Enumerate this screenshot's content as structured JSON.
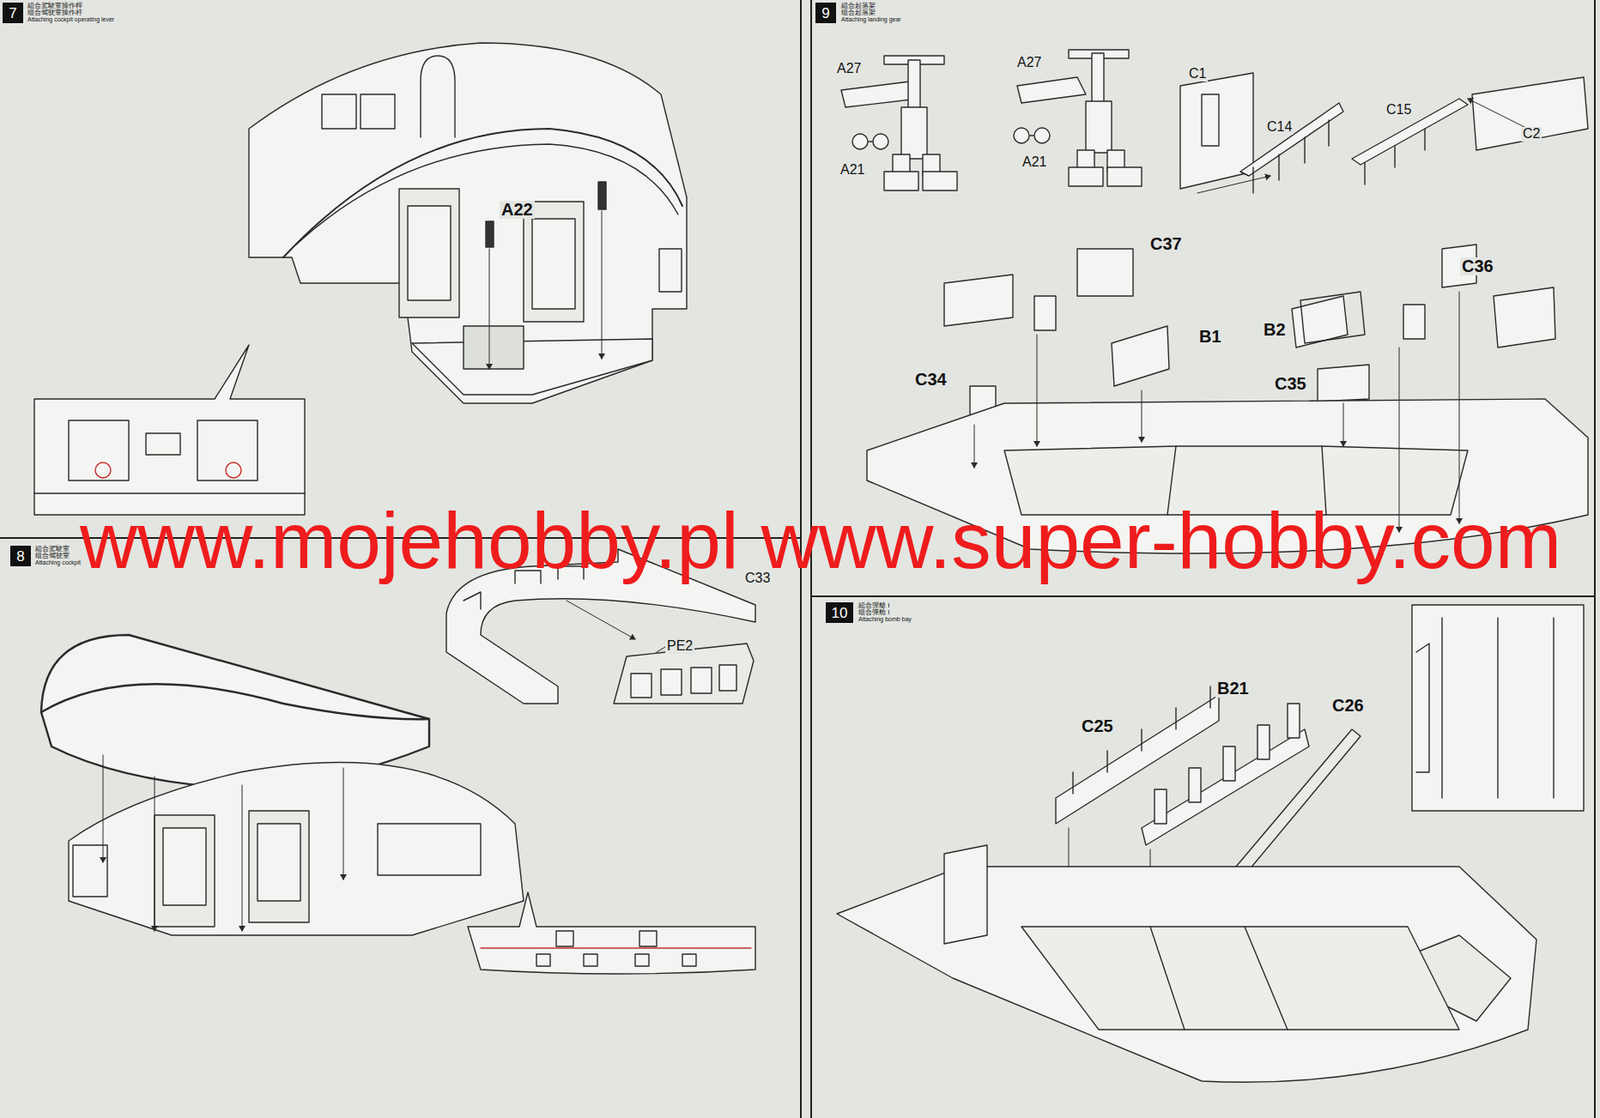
{
  "diagram": {
    "nodes": [
      {
        "text": [
          "7"
        ]
      },
      {
        "text": [
          "8"
        ]
      },
      {
        "text": [
          "9"
        ]
      },
      {
        "text": [
          "10"
        ]
      }
    ],
    "labels": [
      "組合駕駛室操作桿",
      "组合驾驶室操作杆",
      "Attaching cockpit operating lever",
      "A22",
      "組合駕駛室",
      "组合驾驶室",
      "Attaching cockpit",
      "C33",
      "PE2",
      "組合起落架",
      "组合起落架",
      "Attaching landing gear",
      "A27",
      "A27",
      "A21",
      "A21",
      "C1",
      "C14",
      "C15",
      "C2",
      "C37",
      "C36",
      "B1",
      "B2",
      "C34",
      "C35",
      "組合彈艙 I",
      "组合弹舱 I",
      "Attaching bomb bay",
      "C25",
      "B21",
      "C26",
      "www.mojehobby.pl www.super-hobby.com"
    ]
  }
}
